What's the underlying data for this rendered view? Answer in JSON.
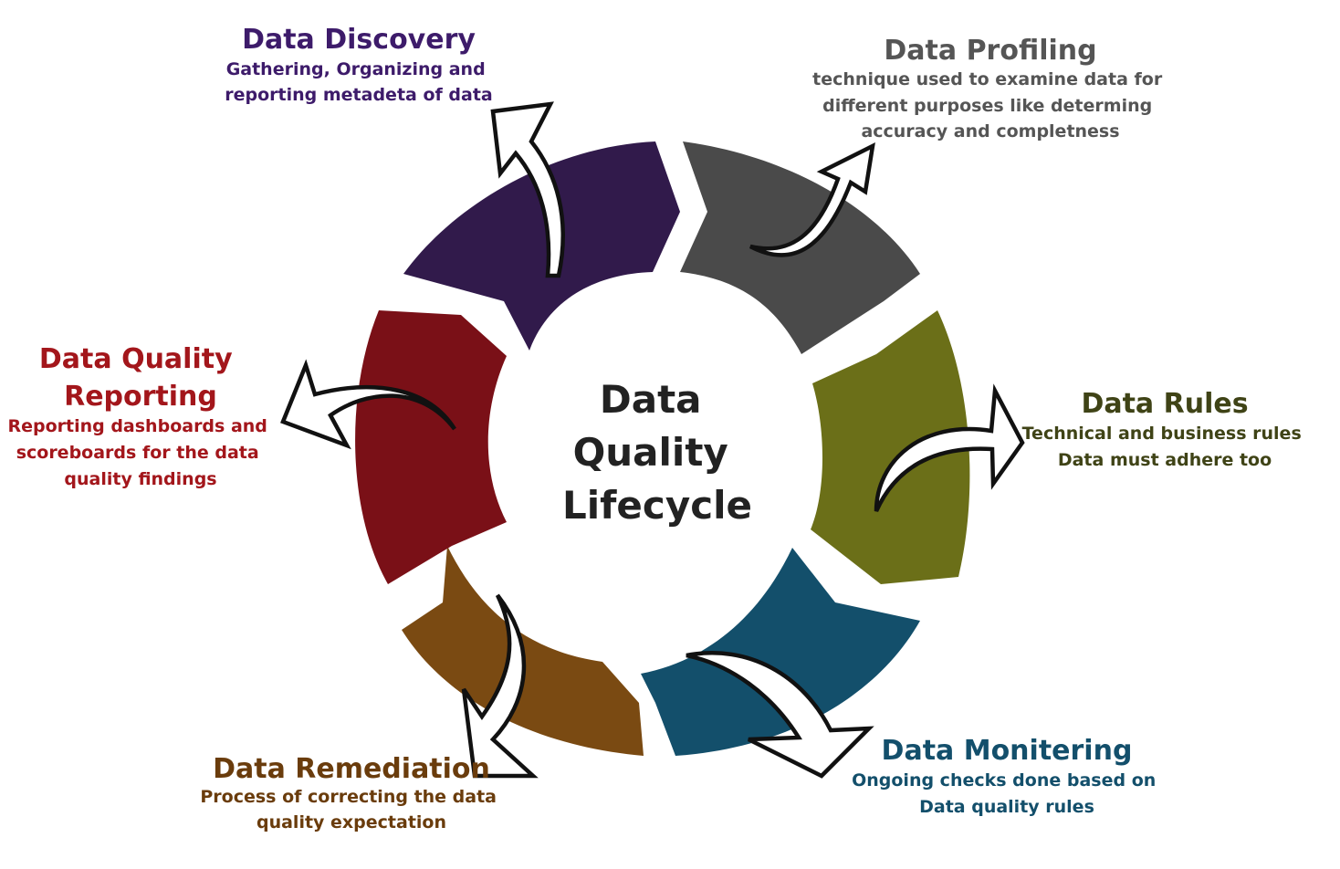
{
  "center_title": [
    "Data",
    "Quality",
    "Lifecycle"
  ],
  "stages": [
    {
      "id": "discovery",
      "title": "Data Discovery",
      "color": "#311a4b",
      "desc": [
        "Gathering, Organizing and",
        "reporting metadeta of data"
      ]
    },
    {
      "id": "profiling",
      "title": "Data Profiling",
      "color": "#4a4a4a",
      "desc": [
        "technique used to examine data for",
        "different purposes like determing",
        "accuracy and completness"
      ]
    },
    {
      "id": "rules",
      "title": "Data Rules",
      "color": "#6b6f18",
      "desc": [
        "Technical and business rules",
        "Data must adhere too"
      ]
    },
    {
      "id": "monitoring",
      "title": "Data Monitering",
      "color": "#134f6b",
      "desc": [
        "Ongoing checks done based on",
        "Data quality rules"
      ]
    },
    {
      "id": "remediation",
      "title": "Data Remediation",
      "color": "#7a4a12",
      "desc": [
        "Process of correcting the data",
        "quality expectation"
      ]
    },
    {
      "id": "reporting",
      "title": [
        "Data Quality",
        "Reporting"
      ],
      "color": "#7a1017",
      "desc": [
        "Reporting dashboards and",
        "scoreboards for the data",
        "quality findings"
      ]
    }
  ]
}
